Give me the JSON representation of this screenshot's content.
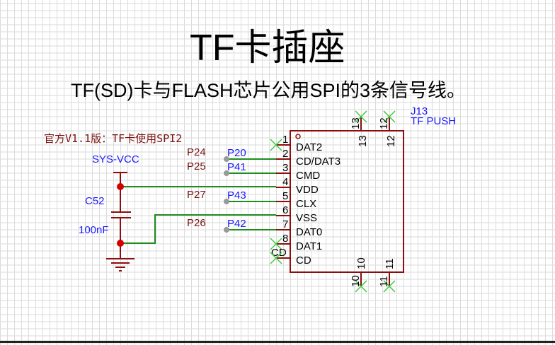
{
  "title": "TF卡插座",
  "subtitle": "TF(SD)卡与FLASH芯片公用SPI的3条信号线。",
  "note": "官方V1.1版：TF卡使用SPI2",
  "colors": {
    "wire": "#1e8c1e",
    "component": "#8b0d0d",
    "no_connect": "#3cc83c",
    "port_text": "#1a1aff",
    "net_text": "#7a1010",
    "pin_dot": "#999999"
  },
  "power": {
    "label": "SYS-VCC"
  },
  "capacitor": {
    "ref": "C52",
    "value": "100nF"
  },
  "component": {
    "ref": "J13",
    "name": "TF PUSH",
    "left_pins": [
      {
        "num": "1",
        "name": "DAT2",
        "net": "",
        "port": "",
        "nc": true
      },
      {
        "num": "2",
        "name": "CD/DAT3",
        "net": "P24",
        "port": "P20",
        "nc": false
      },
      {
        "num": "3",
        "name": "CMD",
        "net": "P25",
        "port": "P41",
        "nc": false
      },
      {
        "num": "4",
        "name": "VDD",
        "net": "",
        "port": "",
        "nc": false
      },
      {
        "num": "5",
        "name": "CLX",
        "net": "P27",
        "port": "P43",
        "nc": false
      },
      {
        "num": "6",
        "name": "VSS",
        "net": "",
        "port": "",
        "nc": false
      },
      {
        "num": "7",
        "name": "DAT0",
        "net": "P26",
        "port": "P42",
        "nc": false
      },
      {
        "num": "8",
        "name": "DAT1",
        "net": "",
        "port": "",
        "nc": true
      },
      {
        "num": "CD",
        "name": "CD",
        "net": "",
        "port": "",
        "nc": true
      }
    ],
    "top_pins": [
      {
        "num": "13"
      },
      {
        "num": "12"
      }
    ],
    "bottom_pins": [
      {
        "num": "10"
      },
      {
        "num": "11"
      }
    ]
  }
}
